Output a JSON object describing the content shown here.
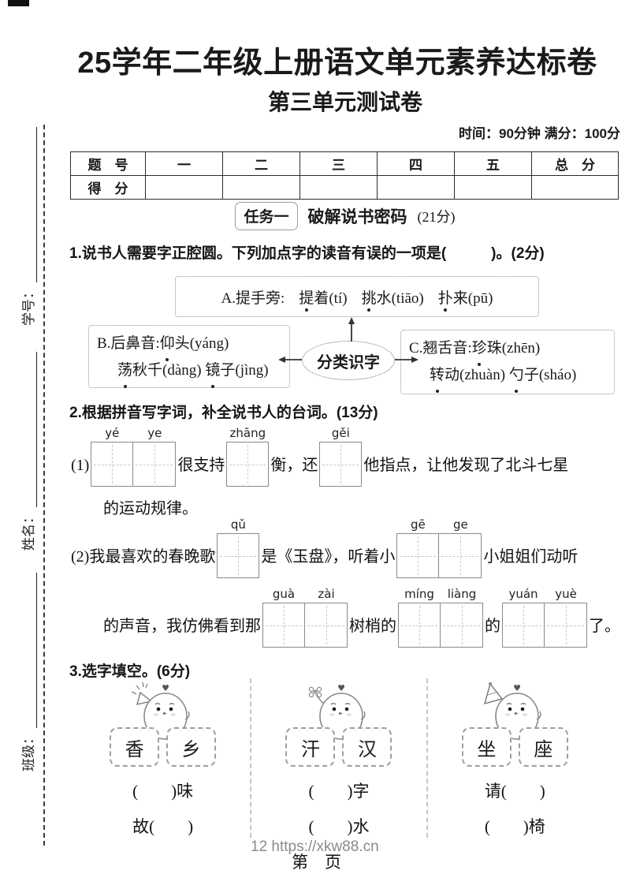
{
  "page": {
    "title": "25学年二年级上册语文单元素养达标卷",
    "subtitle": "第三单元测试卷",
    "meta": "时间：90分钟 满分：100分",
    "footer_url": "12 https://xkw88.cn",
    "footer_page": "第　页"
  },
  "sidebar": {
    "fields": [
      {
        "label": "学号："
      },
      {
        "label": "姓名："
      },
      {
        "label": "班级："
      }
    ]
  },
  "score_table": {
    "headers": [
      "题　号",
      "一",
      "二",
      "三",
      "四",
      "五",
      "总　分"
    ],
    "row2_label": "得　分"
  },
  "banner": {
    "badge": "任务一",
    "title": "破解说书密码",
    "score": "(21分)"
  },
  "q1": {
    "stem_pre": "1.说书人需要字正腔圆。下列加点字的读音有误的一项是",
    "blank": "(　　　)",
    "stem_post": "。(2分)",
    "center_label": "分类识字",
    "boxA": {
      "label": "A.提手旁:",
      "items": [
        {
          "head": "提",
          "rest": "着(tí)"
        },
        {
          "head": "挑",
          "rest": "水(tiāo)"
        },
        {
          "head": "扑",
          "rest": "来(pū)"
        }
      ]
    },
    "boxB": {
      "label": "B.后鼻音:",
      "line1": [
        {
          "head": "仰",
          "rest": "头(yáng)"
        }
      ],
      "line2": [
        {
          "head": "荡",
          "rest": "秋千(dàng) "
        },
        {
          "head": "镜",
          "rest": "子(jìng)"
        }
      ]
    },
    "boxC": {
      "label": "C.翘舌音:",
      "line1": [
        {
          "head": "珍",
          "rest": "珠(zhēn)"
        }
      ],
      "line2": [
        {
          "head": "转",
          "rest": "动(zhuàn) "
        },
        {
          "head": "勺",
          "rest": "子(sháo)"
        }
      ]
    }
  },
  "q2": {
    "stem": "2.根据拼音写字词，补全说书人的台词。(13分)",
    "part1": {
      "num": "(1)",
      "py1": [
        "yé",
        "ye"
      ],
      "t1": "很支持",
      "py2": [
        "zhāng"
      ],
      "t2": "衡，还",
      "py3": [
        "gěi"
      ],
      "t3": "他指点，让他发现了北斗七星",
      "t4": "的运动规律。"
    },
    "part2": {
      "num": "(2)",
      "t1": "我最喜欢的春晚歌",
      "py1": [
        "qǔ"
      ],
      "t2": "是《玉盘》，听着小",
      "py2": [
        "gē",
        "ge"
      ],
      "t3": "小姐姐们动听",
      "t4": "的声音，我仿佛看到那",
      "py3": [
        "guà",
        "zài"
      ],
      "t5": "树梢的",
      "py4": [
        "míng",
        "liàng"
      ],
      "t6": "的",
      "py5": [
        "yuán",
        "yuè"
      ],
      "t7": "了。"
    }
  },
  "q3": {
    "stem": "3.选字填空。(6分)",
    "groups": [
      {
        "options": [
          "香",
          "乡"
        ],
        "blanks": [
          "(　　)味",
          "故(　　)"
        ],
        "icon": "chick-party-popper"
      },
      {
        "options": [
          "汗",
          "汉"
        ],
        "blanks": [
          "(　　)字",
          "(　　)水"
        ],
        "icon": "chick-flower"
      },
      {
        "options": [
          "坐",
          "座"
        ],
        "blanks": [
          "请(　　)",
          "(　　)椅"
        ],
        "icon": "chick-party-hat"
      }
    ]
  }
}
